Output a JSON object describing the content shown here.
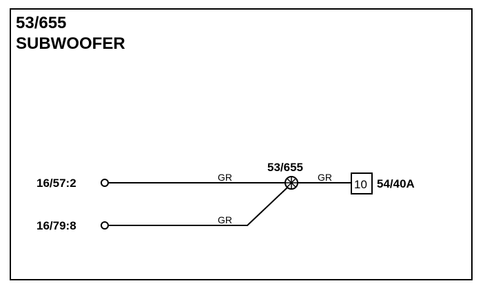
{
  "title": {
    "id": "53/655",
    "name": "SUBWOOFER"
  },
  "terminals": [
    {
      "label": "16/57:2"
    },
    {
      "label": "16/79:8"
    }
  ],
  "splice": {
    "label": "53/655"
  },
  "wires": [
    {
      "color_code": "GR"
    },
    {
      "color_code": "GR"
    },
    {
      "color_code": "GR"
    }
  ],
  "connector": {
    "pin": "10",
    "label": "54/40A"
  }
}
